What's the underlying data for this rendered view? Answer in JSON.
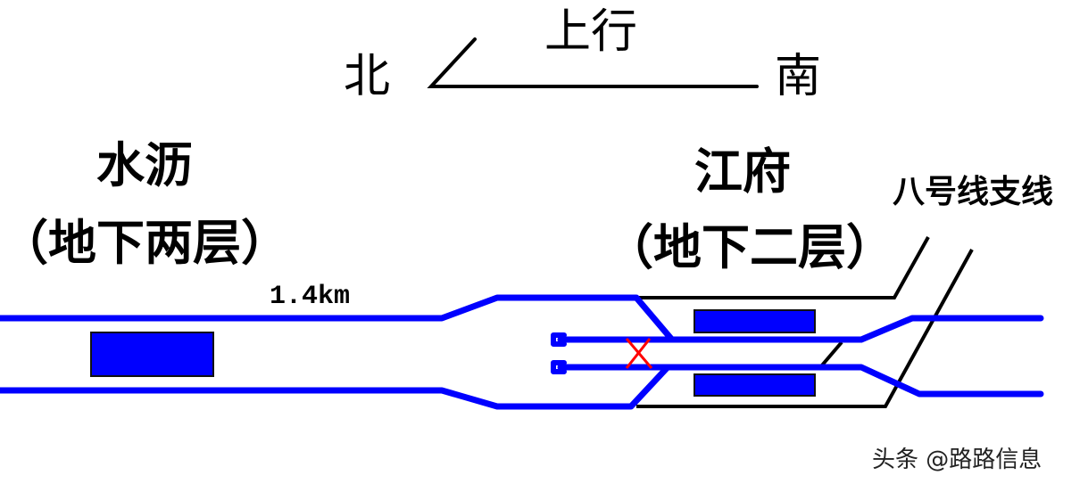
{
  "direction": {
    "north": "北",
    "south": "南",
    "up_direction": "上行"
  },
  "stations": [
    {
      "name": "水沥",
      "level": "（地下两层）"
    },
    {
      "name": "江府",
      "level": "（地下二层）"
    }
  ],
  "branch_label": "八号线支线",
  "distance_label": "1.4km",
  "watermark": "头条 @路路信息",
  "colors": {
    "track": "#0000ff",
    "platform": "#0000ff",
    "outline": "#000000",
    "closed_marker": "#ff0000",
    "background": "#ffffff"
  }
}
